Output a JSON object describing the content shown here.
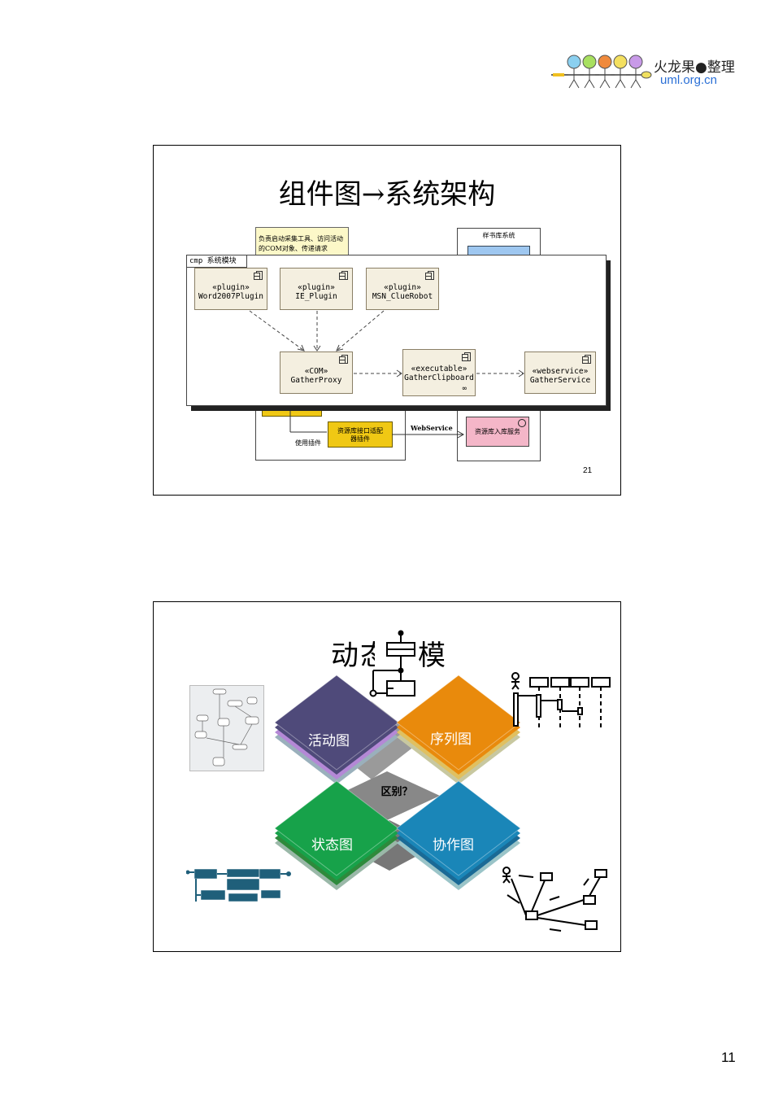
{
  "logo": {
    "brand": "火龙果●整理",
    "url": "uml.org.cn",
    "circle_colors": [
      "#8bd0f0",
      "#a8e060",
      "#f08a3c",
      "#f4e060",
      "#c89ae8"
    ]
  },
  "page_number": "11",
  "slide1": {
    "title": "组件图→系统架构",
    "slide_number": "21",
    "note": "负责启动采集工具、访问活动的COM对象、传递请求",
    "right_box_title": "样书库系统",
    "frame_label": "cmp 系统模块",
    "components": [
      {
        "stereotype": "«plugin»",
        "name": "Word2007Plugin"
      },
      {
        "stereotype": "«plugin»",
        "name": "IE_Plugin"
      },
      {
        "stereotype": "«plugin»",
        "name": "MSN_ClueRobot"
      },
      {
        "stereotype": "«COM»",
        "name": "GatherProxy"
      },
      {
        "stereotype": "«executable»",
        "name": "GatherClipboard"
      },
      {
        "stereotype": "«webservice»",
        "name": "GatherService"
      }
    ],
    "adapter_label": "资源库接口适配器插件",
    "use_label": "使用插件",
    "webservice_label": "WebService",
    "service_label": "资源库入库服务"
  },
  "slide2": {
    "title_left": "动",
    "title_right": "模",
    "tiles": [
      {
        "label": "活动图",
        "color": "#4f4a7a"
      },
      {
        "label": "序列图",
        "color": "#e98a0c"
      },
      {
        "label": "状态图",
        "color": "#17a24a"
      },
      {
        "label": "协作图",
        "color": "#1a86b8"
      }
    ],
    "center_label": "区别？"
  }
}
